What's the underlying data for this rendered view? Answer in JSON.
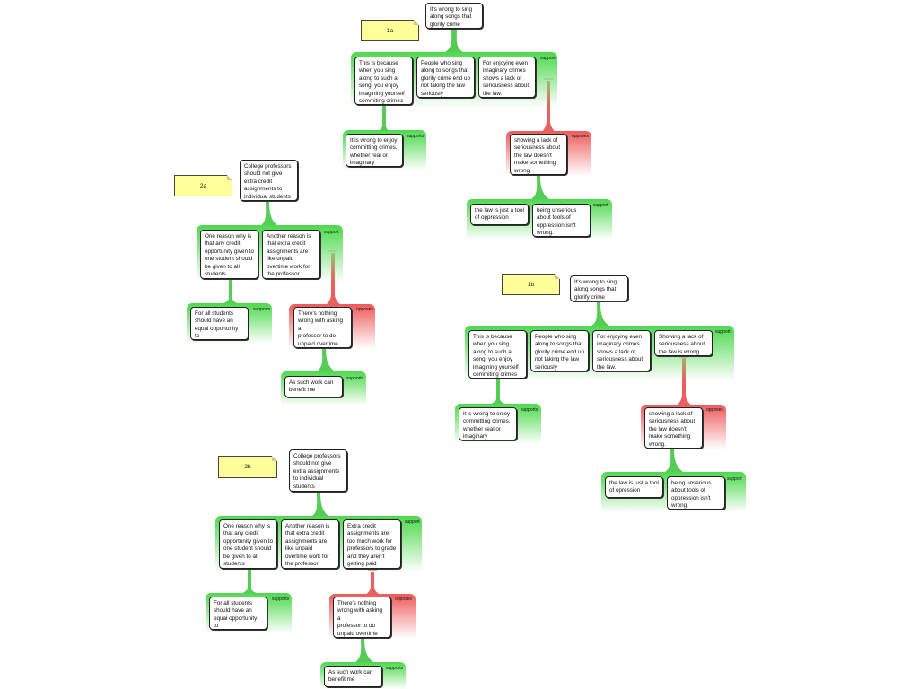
{
  "colors": {
    "support": "#4caf50",
    "oppose": "#e05555",
    "connector_support": "#55cc55",
    "connector_oppose": "#e86060",
    "sticky": "#ffff99"
  },
  "maps": {
    "m1a": {
      "label": "1a",
      "claim": "It's wrong to sing\nalong songs that\nglorify crime",
      "g1_label": "support",
      "g1_reasons": [
        "This is because\nwhen you sing\nalong to such a\nsong, you enjoy\nimagining yourself\ncommiting crimes",
        "People who sing\nalong to songs that\nglorify crime end up\nnot taking the law\nseriously",
        "For enjoying even\nimaginary crimes\nshows a lack of\nseriousness about\nthe law."
      ],
      "g2_label": "supports",
      "g2_text": "It is wrong to enjoy\ncommitting crimes,\nwhether real or\nimaginary",
      "g3_label": "opposes",
      "g3_text": "showing a lack of\nseriousness about\nthe law doesn't\nmake something\nwrong.",
      "g4_label": "support",
      "g4_texts": [
        "the law is just a tool\nof oppression",
        "being unserious\nabout tools of\noppression isn't\nwrong."
      ]
    },
    "m1b": {
      "label": "1b",
      "claim": "It's wrong to sing\nalong songs that\nglorify crime",
      "g1_label": "support",
      "g1_reasons": [
        "This is because\nwhen you sing\nalong to such a\nsong, you enjoy\nimagining yourself\ncommiting crimes",
        "People who sing\nalong to songs that\nglorify crime end up\nnot taking the law\nseriously",
        "For enjoying even\nimaginary crimes\nshows a lack of\nseriousness about\nthe law.",
        "Showing a lack of\nseriousness about\nthe law is wrong"
      ],
      "g2_label": "supports",
      "g2_text": "it is wrong to enjoy\ncommitting crimes,\nwhether real or\nimaginary",
      "g3_label": "opposes",
      "g3_text": "showing a lack of\nseriousness about\nthe law doesn't\nmake something\nwrong.",
      "g4_label": "support",
      "g4_texts": [
        "the law is just a tool\nof opression",
        "being unserious\nabout tools of\noppression isn't\nwrong."
      ]
    },
    "m2a": {
      "label": "2a",
      "claim": "College professors\nshould not give\nextra credit\nassignments to\nindividual students",
      "g1_label": "support",
      "g1_reasons": [
        "One reason why is\nthat any credit\nopportunity given to\none student should\nbe given to all\nstudents",
        "Another reason is\nthat extra credit\nassignments are\nlike unpaid\novertime work for\nthe professor"
      ],
      "g2_label": "supports",
      "g2_text": "For all students\nshould have an\nequal opportunity to\nearn a good grade",
      "g3_label": "opposes",
      "g3_text": "There's nothing\nwrong with asking a\nprofessor to do\nunpaid overtime\nwork",
      "g4_label": "supports",
      "g4_text": "As such work can\nbenefit me"
    },
    "m2b": {
      "label": "2b",
      "claim": "College professors\nshould not give\nextra assignments\nto individual\nstudents",
      "g1_label": "support",
      "g1_reasons": [
        "One reason why is\nthat any credit\nopportunity given to\none student should\nbe given to all\nstudents",
        "Another reason is\nthat extra credit\nassignments are\nlike unpaid\novertime work for\nthe professor",
        "Extra credit\nassignments are\ntoo much work for\nprofessors to grade\nand they aren't\ngetting paid"
      ],
      "g2_label": "supports",
      "g2_text": "For all students\nshould have an\nequal opportunity to\nearn a good grade",
      "g3_label": "opposes",
      "g3_text": "There's nothing\nwrong with asking a\nprofessor to do\nunpaid overtime\nwork",
      "g4_label": "supports",
      "g4_text": "As such work can\nbenefit me"
    }
  }
}
